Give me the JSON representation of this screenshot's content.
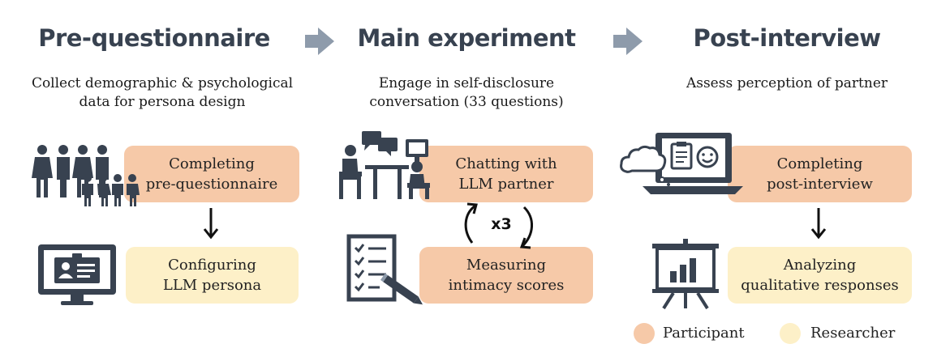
{
  "colors": {
    "participant": "#f6c9a8",
    "researcher": "#fdf0c8",
    "icon": "#384250",
    "arrow": "#8e9bab"
  },
  "stages": [
    {
      "title": "Pre-questionnaire",
      "description": [
        "Collect demographic & psychological",
        "data for persona design"
      ],
      "steps": [
        {
          "lines": [
            "Completing",
            "pre-questionnaire"
          ],
          "role": "participant",
          "icon": "crowd-icon"
        },
        {
          "lines": [
            "Configuring",
            "LLM persona"
          ],
          "role": "researcher",
          "icon": "monitor-profile-icon"
        }
      ]
    },
    {
      "title": "Main experiment",
      "description": [
        "Engage in self-disclosure",
        "conversation (33 questions)"
      ],
      "steps": [
        {
          "lines": [
            "Chatting with",
            "LLM partner"
          ],
          "role": "participant",
          "icon": "chat-desk-icon"
        },
        {
          "lines": [
            "Measuring",
            "intimacy scores"
          ],
          "role": "participant",
          "icon": "checklist-icon"
        }
      ],
      "loop_label": "x3"
    },
    {
      "title": "Post-interview",
      "description": [
        "Assess perception of partner"
      ],
      "steps": [
        {
          "lines": [
            "Completing",
            "post-interview"
          ],
          "role": "participant",
          "icon": "laptop-interview-icon"
        },
        {
          "lines": [
            "Analyzing",
            "qualitative responses"
          ],
          "role": "researcher",
          "icon": "presentation-chart-icon"
        }
      ]
    }
  ],
  "legend": [
    {
      "label": "Participant",
      "role": "participant"
    },
    {
      "label": "Researcher",
      "role": "researcher"
    }
  ]
}
